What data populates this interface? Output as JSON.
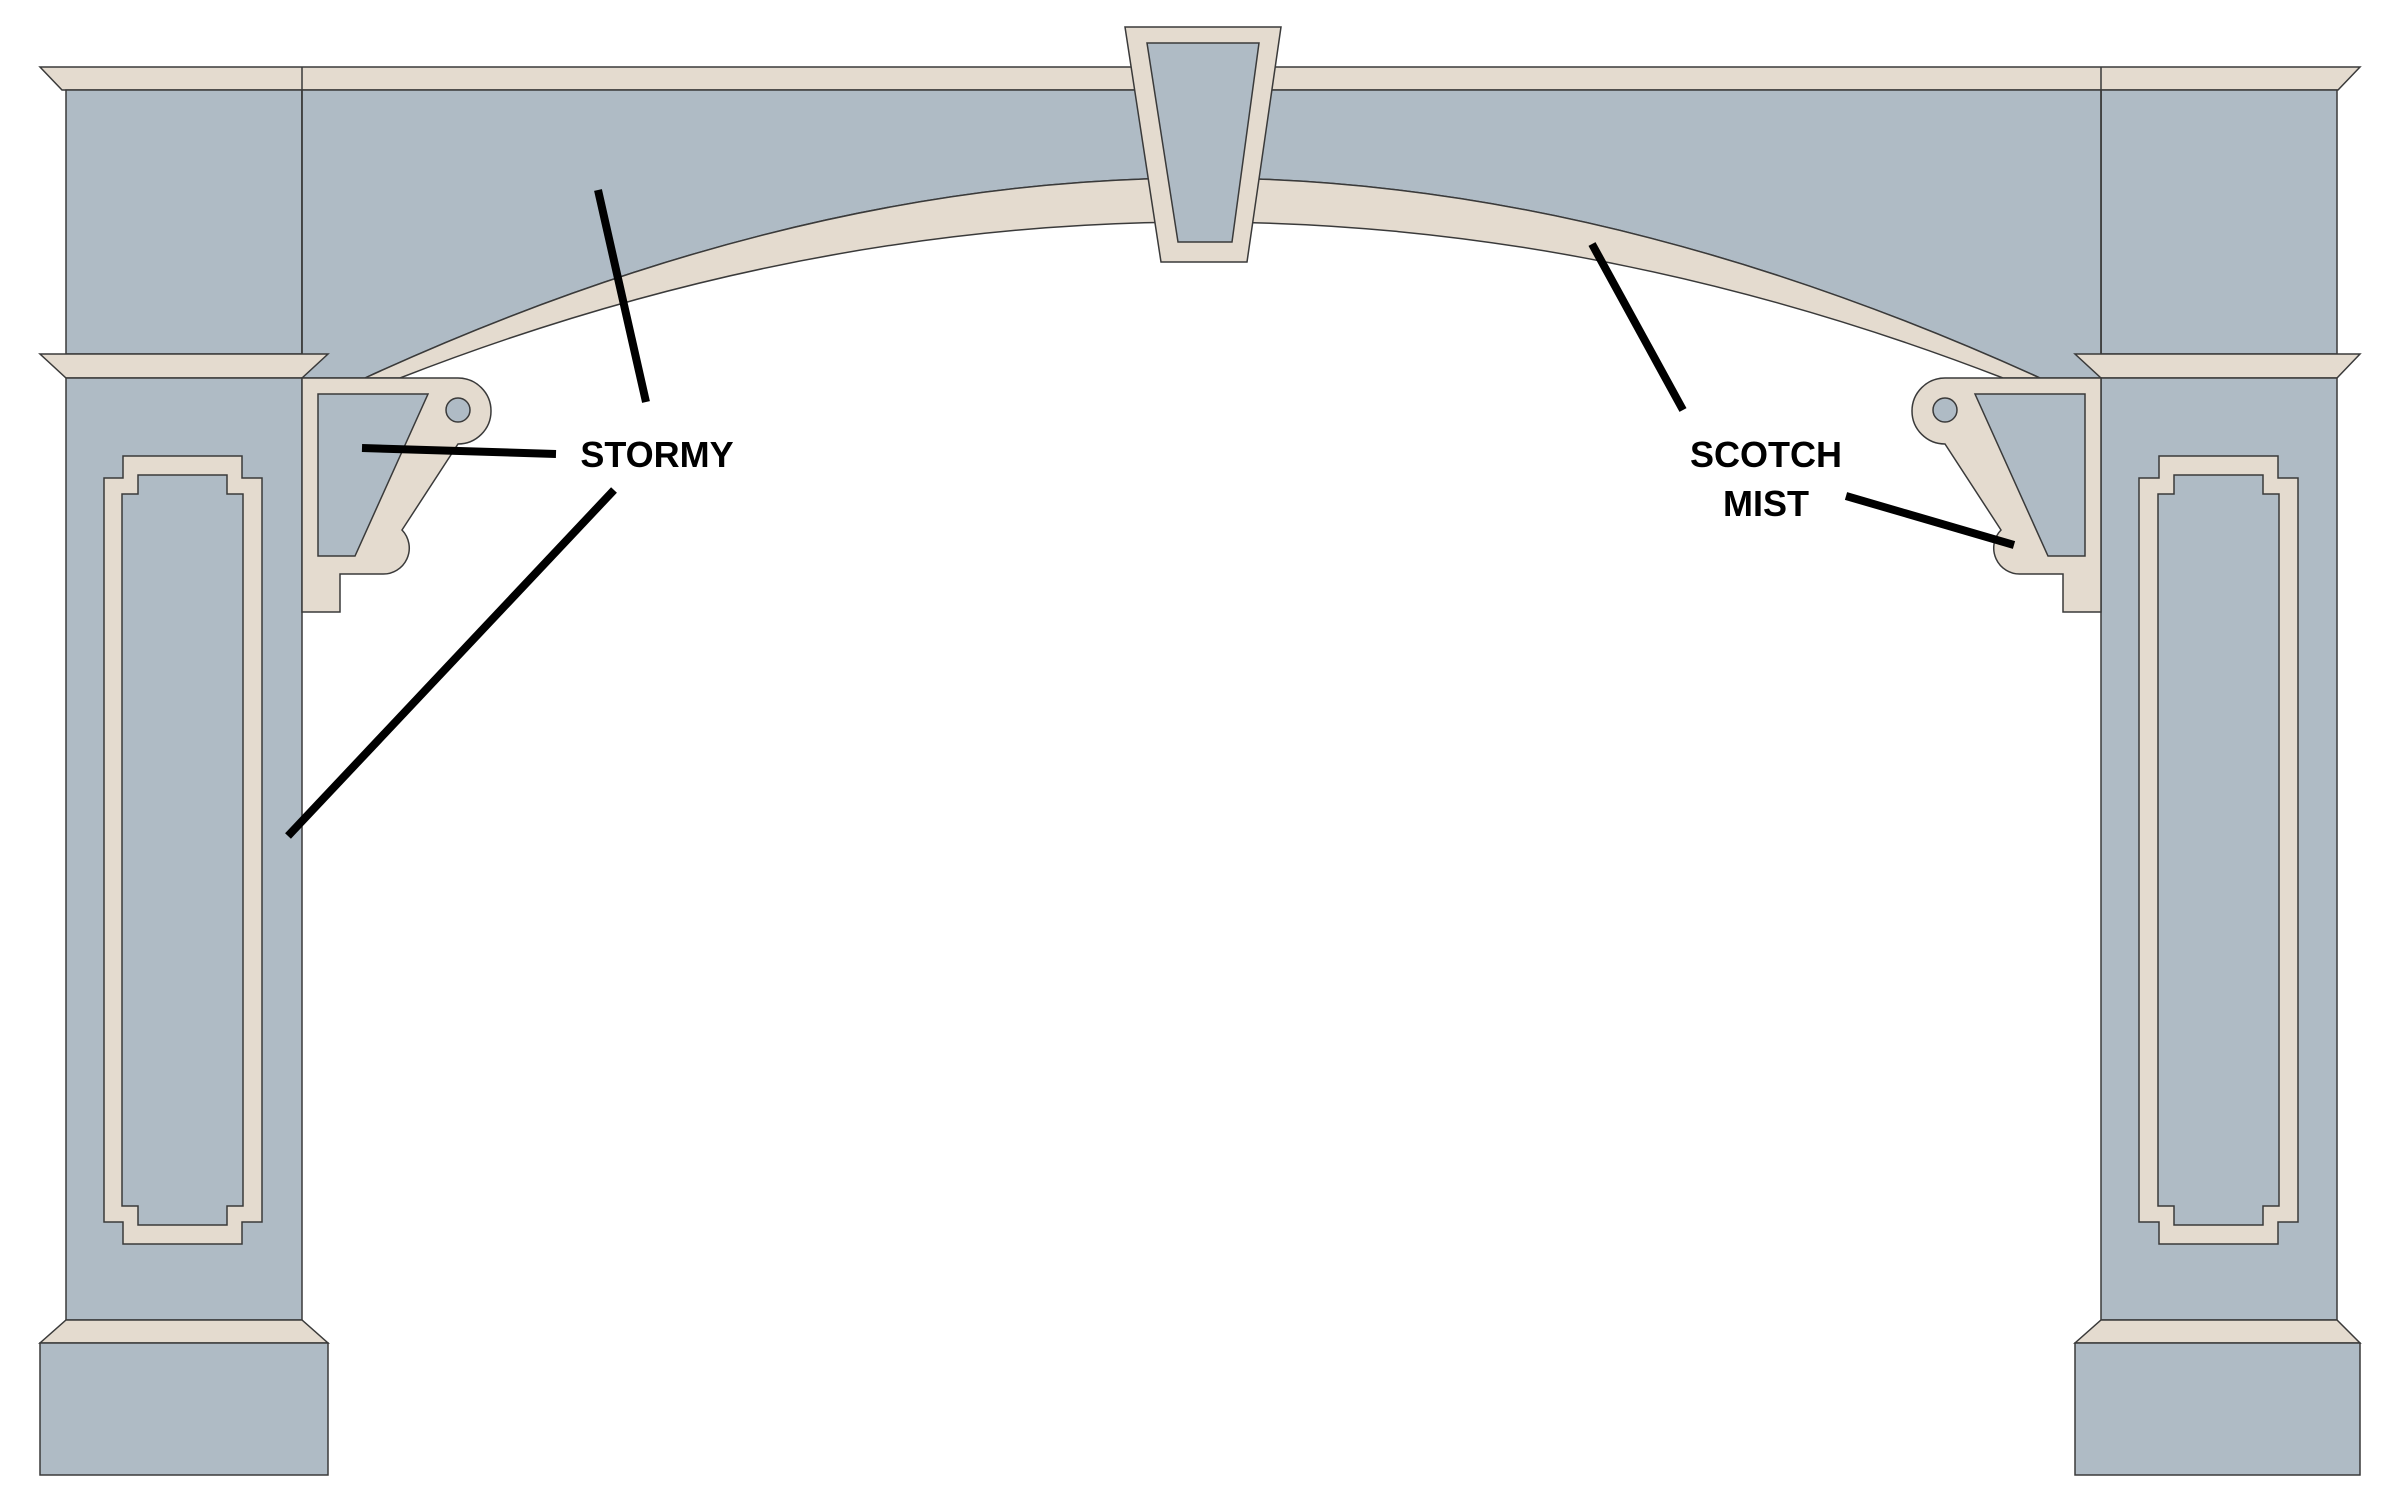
{
  "colors": {
    "stormy": "#afbbc5",
    "scotch_mist": "#e4dbcf",
    "outline": "#3a3a3a",
    "leader": "#000000",
    "background": "#ffffff"
  },
  "labels": {
    "stormy": "STORMY",
    "scotch_mist_line1": "SCOTCH",
    "scotch_mist_line2": "MIST"
  }
}
